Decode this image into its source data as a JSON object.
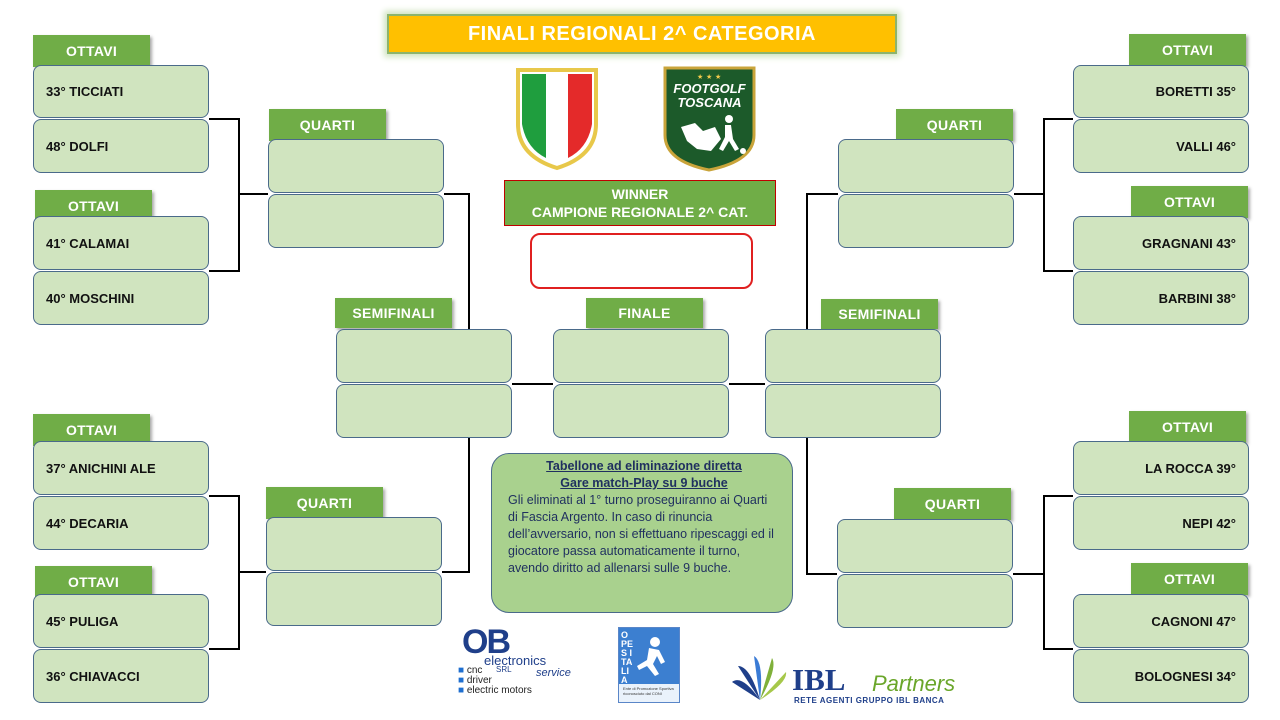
{
  "title": "FINALI REGIONALI 2^ CATEGORIA",
  "labels": {
    "ottavi": "OTTAVI",
    "quarti": "QUARTI",
    "semifinali": "SEMIFINALI",
    "finale": "FINALE"
  },
  "winner": {
    "line1": "WINNER",
    "line2": "CAMPIONE REGIONALE 2^ CAT."
  },
  "left_players": [
    "33° TICCIATI",
    "48° DOLFI",
    "41° CALAMAI",
    "40° MOSCHINI",
    "37° ANICHINI ALE",
    "44° DECARIA",
    "45° PULIGA",
    "36° CHIAVACCI"
  ],
  "right_players": [
    "BORETTI 35°",
    "VALLI 46°",
    "GRAGNANI 43°",
    "BARBINI 38°",
    "LA ROCCA 39°",
    "NEPI 42°",
    "CAGNONI 47°",
    "BOLOGNESI 34°"
  ],
  "info": {
    "line1": "Tabellone ad eliminazione diretta",
    "line2": "Gare match-Play su 9 buche",
    "body": "Gli eliminati al 1° turno proseguiranno ai Quarti di Fascia Argento. In caso di rinuncia dell’avversario, non si effettuano ripescaggi ed il giocatore passa automaticamente il turno,  avendo diritto ad allenarsi sulle 9 buche."
  },
  "logos": {
    "footgolf_line1": "FOOTGOLF",
    "footgolf_line2": "TOSCANA",
    "ob_big": "OB",
    "ob_word": "electronics",
    "ob_srl": "SRL",
    "ob_service": "service",
    "ob_items": [
      "cnc",
      "driver",
      "electric motors"
    ],
    "opes": "OPES ITALIA",
    "opes_sub": "Ente di Promozione Sportiva riconosciuto dal CONI",
    "ibl": "IBL",
    "ibl_partners": "Partners",
    "ibl_sub": "RETE AGENTI GRUPPO IBL BANCA"
  },
  "colors": {
    "slot_fill": "#d0e4bf",
    "label_green": "#70ad47",
    "title_fill": "#ffc000",
    "winner_border": "#c00000"
  }
}
